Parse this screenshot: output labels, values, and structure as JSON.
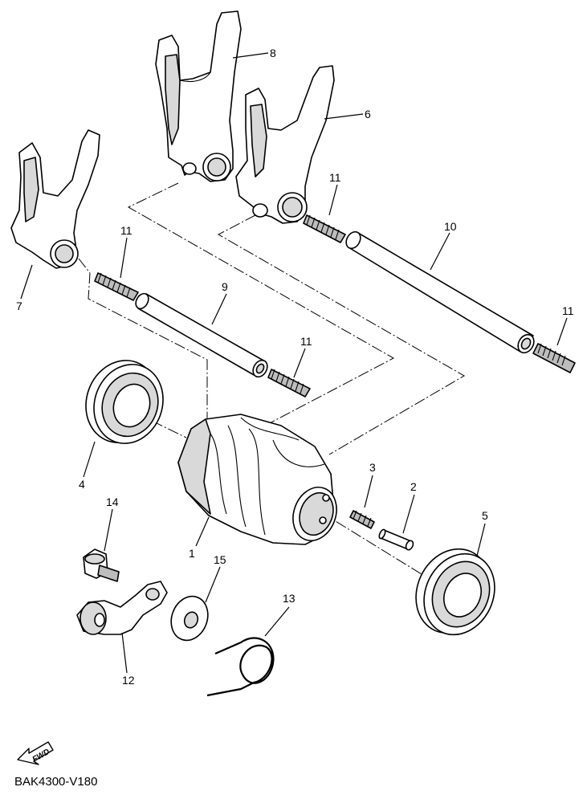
{
  "callouts": [
    {
      "id": "c8",
      "text": "8"
    },
    {
      "id": "c6",
      "text": "6"
    },
    {
      "id": "c11a",
      "text": "11"
    },
    {
      "id": "c10",
      "text": "10"
    },
    {
      "id": "c11b",
      "text": "11"
    },
    {
      "id": "c7",
      "text": "7"
    },
    {
      "id": "c9",
      "text": "9"
    },
    {
      "id": "c11c",
      "text": "11"
    },
    {
      "id": "c11d",
      "text": "11"
    },
    {
      "id": "c4",
      "text": "4"
    },
    {
      "id": "c3",
      "text": "3"
    },
    {
      "id": "c2",
      "text": "2"
    },
    {
      "id": "c14",
      "text": "14"
    },
    {
      "id": "c5",
      "text": "5"
    },
    {
      "id": "c1",
      "text": "1"
    },
    {
      "id": "c15",
      "text": "15"
    },
    {
      "id": "c13",
      "text": "13"
    },
    {
      "id": "c12",
      "text": "12"
    }
  ],
  "fwd_label": "FWD",
  "diagram_code": "BAK4300-V180"
}
